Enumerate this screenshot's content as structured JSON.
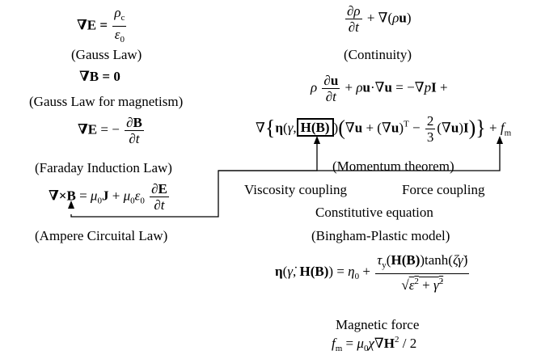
{
  "labels": {
    "gauss": "(Gauss Law)",
    "gauss_mag": "(Gauss Law for magnetism)",
    "faraday": "(Faraday Induction Law)",
    "ampere": "(Ampere Circuital Law)",
    "continuity": "(Continuity)",
    "momentum": "(Momentum theorem)",
    "viscosity_coupling": "Viscosity coupling",
    "force_coupling": "Force coupling",
    "constitutive": "Constitutive equation",
    "bingham": "(Bingham-Plastic model)",
    "magnetic_force": "Magnetic force"
  },
  "equations": {
    "gauss_lhs": "∇E =",
    "gauss_num": "ρc",
    "gauss_den": "ε0",
    "gauss_mag": "∇B = 0",
    "faraday_lhs": "∇E = −",
    "faraday_num": "∂B",
    "faraday_den": "∂t",
    "ampere_lhs": "∇×B = μ0J + μ0ε0",
    "ampere_num": "∂E",
    "ampere_den": "∂t",
    "continuity_num": "∂ρ",
    "continuity_den": "∂t",
    "continuity_rhs": "+ ∇(ρu)",
    "momentum_line1": "ρ ∂u/∂t + ρu·∇u = −∇pI +",
    "momentum_line2": "∇{η(γ, H(B))(∇u + (∇u)T − 2/3(∇u)I)} + fm",
    "bingham": "η(γ̇, H(B)) = η0 + τy(H(B))tanh(ζγ̇) / √(ε² + γ̇²)",
    "magnetic_force": "fm = μ0χ∇H² / 2"
  }
}
